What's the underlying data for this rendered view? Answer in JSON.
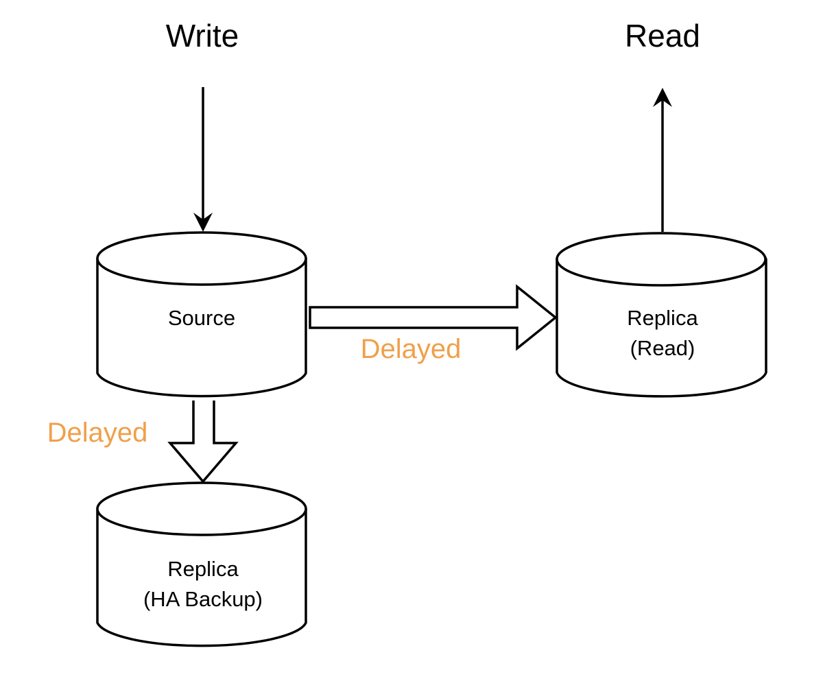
{
  "labels": {
    "write": "Write",
    "read": "Read"
  },
  "databases": {
    "source": {
      "line1": "Source"
    },
    "replica_read": {
      "line1": "Replica",
      "line2": "(Read)"
    },
    "replica_backup": {
      "line1": "Replica",
      "line2": "(HA Backup)"
    }
  },
  "replication": {
    "to_read_replica": "Delayed",
    "to_backup_replica": "Delayed"
  },
  "colors": {
    "stroke": "#000000",
    "fill": "#ffffff",
    "delay_accent": "#f0a04b"
  }
}
